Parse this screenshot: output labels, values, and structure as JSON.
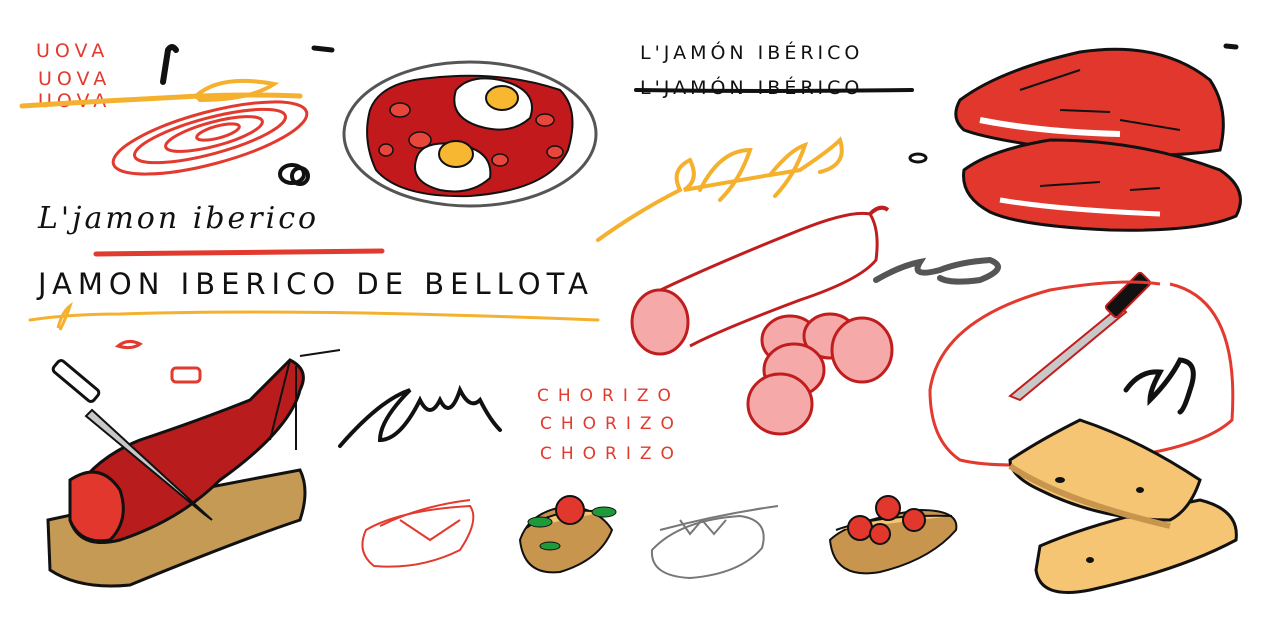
{
  "illustration": {
    "title": "Spanish tapas doodle sheet",
    "colors": {
      "background": "#ffffff",
      "ink": "#111111",
      "red": "#e23a2e",
      "dark_red": "#b81c1c",
      "salami_pink": "#f6a9a9",
      "yolk": "#f7b731",
      "mustard": "#f5b02e",
      "board": "#c49a55",
      "bread": "#f6c574",
      "bread_crust": "#c8954f",
      "green": "#1f9a3a",
      "grey": "#555555",
      "blade": "#c8c8c8"
    }
  },
  "texts": {
    "uova_lines": [
      "UOVA",
      "UOVA",
      "UOVA"
    ],
    "jamon_caps": "L'JAMÓN IBÉRICO",
    "jamon_caps_strike": "L'JAMÓN IBÉRICO",
    "jamon_script": "L'jamon iberico",
    "bellota": "JAMON IBERICO DE BELLOTA",
    "chorizo_lines": [
      "CHORIZO",
      "CHORIZO",
      "CHORIZO"
    ]
  },
  "items": [
    {
      "name": "shakshuka-plate",
      "label": "plate of eggs with chorizo"
    },
    {
      "name": "jamon-slices",
      "label": "sliced ham pieces"
    },
    {
      "name": "ham-leg-on-stand",
      "label": "ham leg with knife on board"
    },
    {
      "name": "salami",
      "label": "salami with slices"
    },
    {
      "name": "knife",
      "label": "kitchen knife"
    },
    {
      "name": "bread-loaf",
      "label": "bread slices"
    },
    {
      "name": "tapas-row",
      "label": "four bruschetta tapas"
    }
  ]
}
